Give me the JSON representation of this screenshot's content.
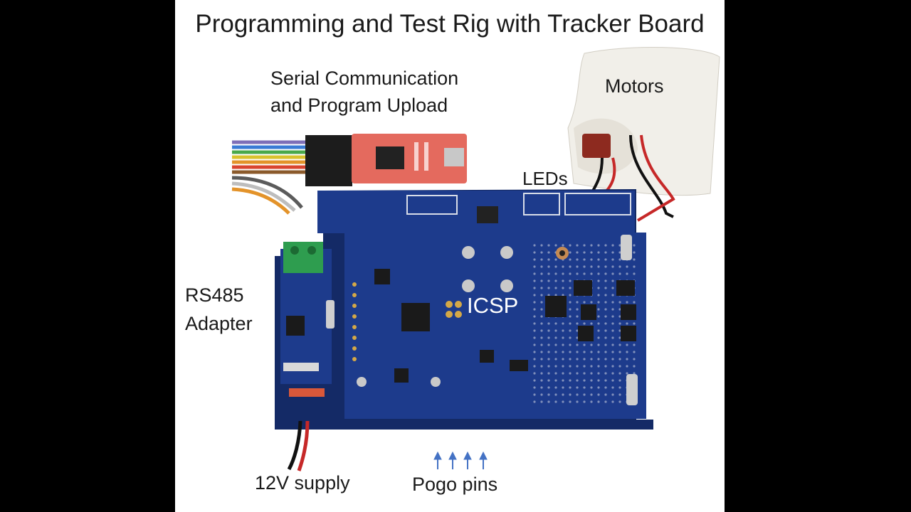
{
  "title": "Programming and Test Rig with Tracker Board",
  "labels": {
    "serial_line1": "Serial Communication",
    "serial_line2": "and Program Upload",
    "motors": "Motors",
    "leds": "LEDs",
    "rs485_line1": "RS485",
    "rs485_line2": "Adapter",
    "icsp": "ICSP",
    "supply": "12V supply",
    "pogo": "Pogo pins"
  },
  "colors": {
    "pcb_blue": "#1d3b8c",
    "pcb_dark": "#142a66",
    "arrow_blue": "#4472c4",
    "terminal_green": "#2e9d4f",
    "usb_board_red": "#e46a5e"
  }
}
